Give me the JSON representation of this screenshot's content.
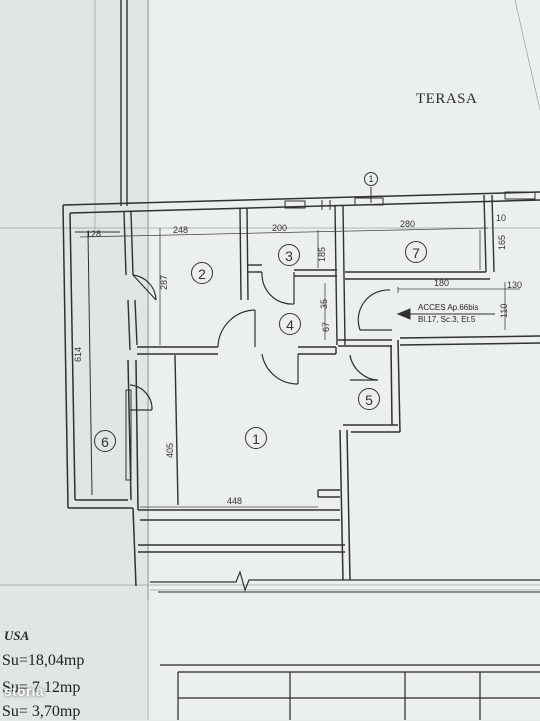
{
  "plan": {
    "terrace_label": "TERASA",
    "axis_marker": "1",
    "access_line1": "ACCES Ap.66bis",
    "access_line2": "Bl.17, Sc.3, Et.5",
    "rooms": [
      {
        "number": "1"
      },
      {
        "number": "2"
      },
      {
        "number": "3"
      },
      {
        "number": "4"
      },
      {
        "number": "5"
      },
      {
        "number": "6"
      },
      {
        "number": "7"
      }
    ],
    "dimensions": {
      "d128": "128",
      "d248": "248",
      "d200": "200",
      "d280": "280",
      "d10": "10",
      "d165": "165",
      "d185": "185",
      "d287": "287",
      "d180": "180",
      "d130": "130",
      "d110": "110",
      "d35": "35",
      "d67": "67",
      "d614": "614",
      "d405": "405",
      "d448": "448"
    }
  },
  "legend": {
    "title": "USA",
    "rows": [
      "Su=18,04mp",
      "Su= 7,12mp",
      "Su= 3,70mp"
    ]
  },
  "watermark": "storia"
}
